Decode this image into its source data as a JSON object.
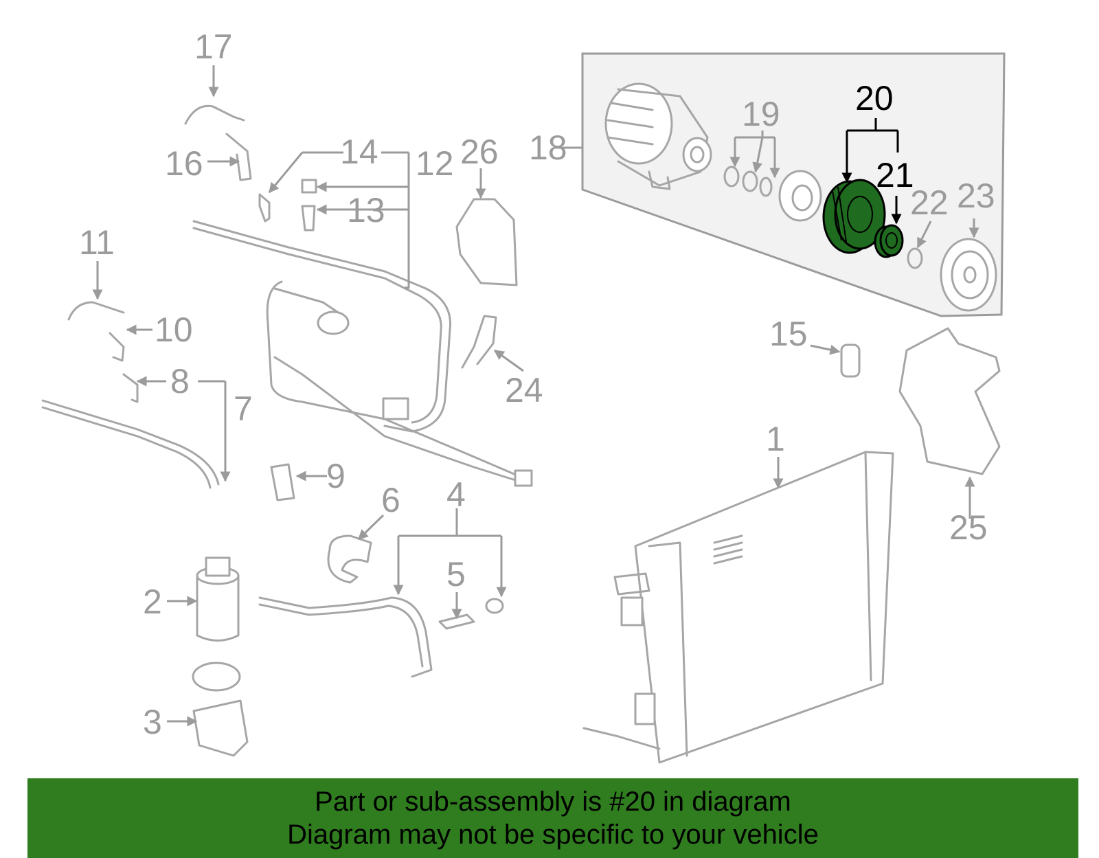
{
  "callouts": {
    "n1": "1",
    "n2": "2",
    "n3": "3",
    "n4": "4",
    "n5": "5",
    "n6": "6",
    "n7": "7",
    "n8": "8",
    "n9": "9",
    "n10": "10",
    "n11": "11",
    "n12": "12",
    "n13": "13",
    "n14": "14",
    "n15": "15",
    "n16": "16",
    "n17": "17",
    "n18": "18",
    "n19": "19",
    "n20": "20",
    "n21": "21",
    "n22": "22",
    "n23": "23",
    "n24": "24",
    "n25": "25",
    "n26": "26"
  },
  "highlighted_part": "20",
  "colors": {
    "banner_bg": "#2f7d1f",
    "highlight_fill": "#1f6b1f",
    "parts_line": "#a6a6a6",
    "callout_text": "#9b9b9b"
  },
  "banner": {
    "line1": "Part or sub-assembly is #20 in diagram",
    "line2": "Diagram may not be specific to your vehicle"
  }
}
